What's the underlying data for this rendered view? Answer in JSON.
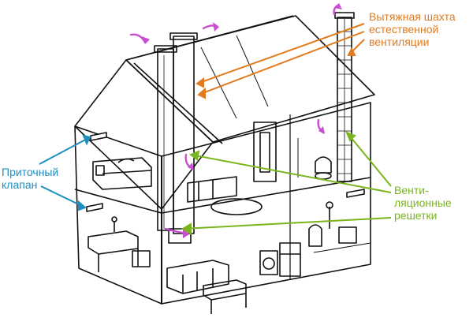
{
  "labels": {
    "exhaust_shaft": [
      "Вытяжная шахта",
      "естественной",
      "вентиляции"
    ],
    "supply_valve": [
      "Приточный",
      "клапан"
    ],
    "vent_grilles": [
      "Венти-",
      "ляционные",
      "решетки"
    ]
  },
  "colors": {
    "exhaust": "#e07b1e",
    "supply": "#1e8fc0",
    "grilles": "#7ab51d",
    "airflow": "#c94fd1",
    "lines": "#111111"
  }
}
